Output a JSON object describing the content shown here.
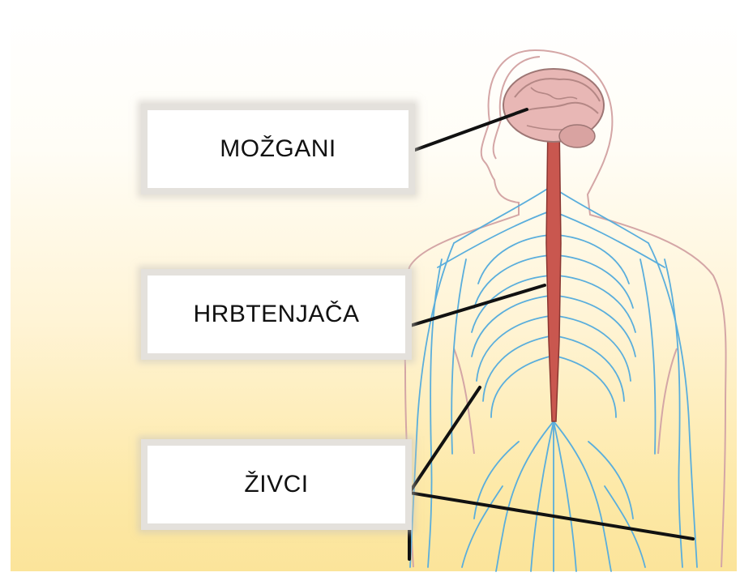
{
  "labels": {
    "brain": "MOŽGANI",
    "spinal_cord": "HRBTENJAČA",
    "nerves": "ŽIVCI"
  },
  "colors": {
    "background_top": "#ffffff",
    "background_bottom": "#fbe49a",
    "body_outline": "#d4a6a6",
    "nerve_blue": "#5aaedc",
    "spinal_cord": "#c9574f",
    "brain": "#e8b7b5",
    "leader_line": "#111111"
  },
  "icons": [
    "brain-illustration",
    "spinal-cord-illustration",
    "nerve-network-illustration",
    "human-body-outline"
  ]
}
